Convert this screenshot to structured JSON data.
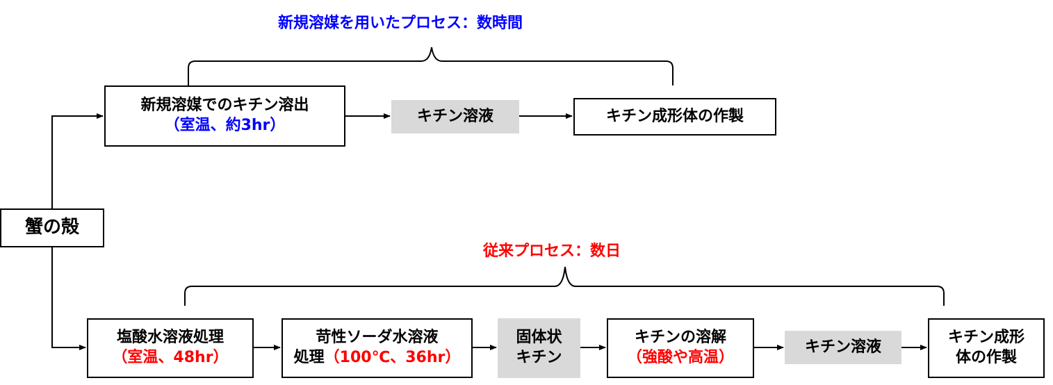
{
  "colors": {
    "new_process": "#0000ff",
    "conventional_process": "#ff0000",
    "solution_fill": "#d9d9d9"
  },
  "source": {
    "label": "蟹の殻"
  },
  "new_process": {
    "caption": "新規溶媒を用いたプロセス：数時間",
    "steps": [
      {
        "line1": "新規溶媒でのキチン溶出",
        "line2": "（室温、約3hr）"
      },
      {
        "label": "キチン溶液"
      },
      {
        "label": "キチン成形体の作製"
      }
    ]
  },
  "conventional_process": {
    "caption": "従来プロセス：数日",
    "steps": [
      {
        "line1": "塩酸水溶液処理",
        "line2": "（室温、48hr）"
      },
      {
        "line1": "苛性ソーダ水溶液",
        "line2_prefix": "処理",
        "line2_cond": "（100℃、36hr）"
      },
      {
        "line1": "固体状",
        "line2": "キチン"
      },
      {
        "line1": "キチンの溶解",
        "line2": "（強酸や高温）"
      },
      {
        "label": "キチン溶液"
      },
      {
        "line1": "キチン成形",
        "line2": "体の作製"
      }
    ]
  }
}
